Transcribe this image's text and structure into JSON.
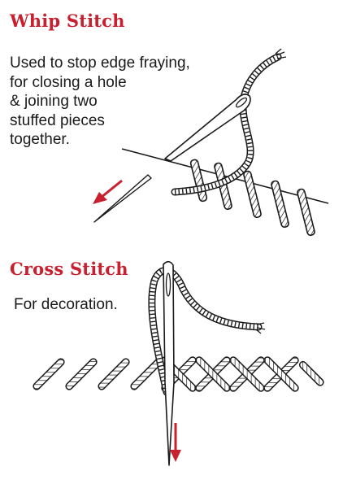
{
  "colors": {
    "accent": "#c8202f",
    "ink": "#1a1a1a",
    "background": "#ffffff"
  },
  "whip_stitch": {
    "title": "Whip Stitch",
    "description_lines": [
      "Used to stop edge fraying,",
      "for closing a hole",
      "& joining two",
      "stuffed pieces",
      "together."
    ],
    "icons": [
      "needle-icon",
      "thread-icon",
      "direction-arrow-icon",
      "fabric-edge-icon"
    ]
  },
  "cross_stitch": {
    "title": "Cross Stitch",
    "description_lines": [
      "For decoration."
    ],
    "icons": [
      "needle-icon",
      "thread-icon",
      "direction-arrow-icon"
    ]
  }
}
